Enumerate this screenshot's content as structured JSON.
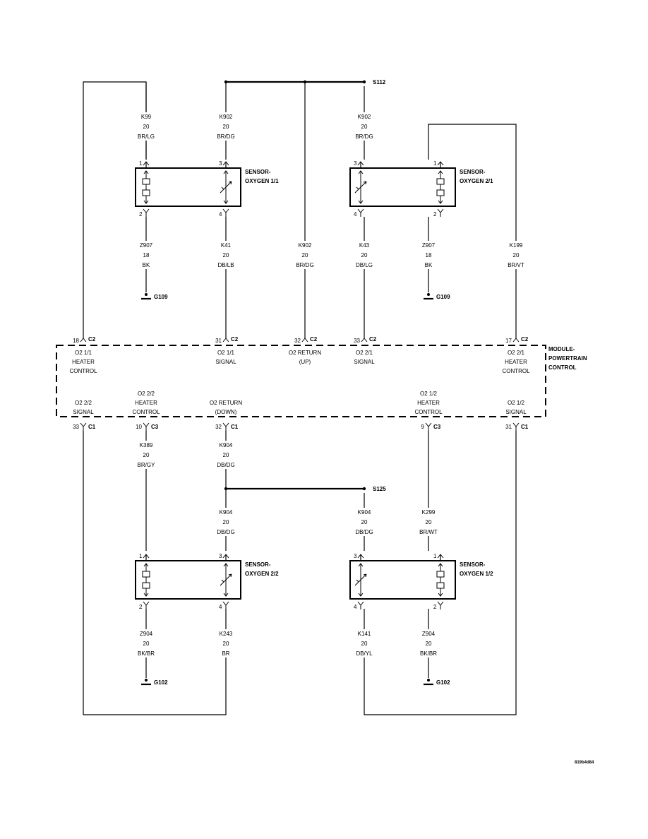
{
  "diagram_id": "819b4d84",
  "module": {
    "lines": [
      "MODULE-",
      "POWERTRAIN",
      "CONTROL"
    ]
  },
  "splices": [
    {
      "label": "S112"
    },
    {
      "label": "S125"
    }
  ],
  "sensors": [
    {
      "id": "s11",
      "name_line1": "SENSOR-",
      "name_line2": "OXYGEN 1/1",
      "pin_top_left": "1",
      "pin_top_right": "3",
      "pin_bot_left": "2",
      "pin_bot_right": "4"
    },
    {
      "id": "s21",
      "name_line1": "SENSOR-",
      "name_line2": "OXYGEN 2/1",
      "pin_top_left": "3",
      "pin_top_right": "1",
      "pin_bot_left": "4",
      "pin_bot_right": "2"
    },
    {
      "id": "s22",
      "name_line1": "SENSOR-",
      "name_line2": "OXYGEN 2/2",
      "pin_top_left": "1",
      "pin_top_right": "3",
      "pin_bot_left": "2",
      "pin_bot_right": "4"
    },
    {
      "id": "s12",
      "name_line1": "SENSOR-",
      "name_line2": "OXYGEN 1/2",
      "pin_top_left": "3",
      "pin_top_right": "1",
      "pin_bot_left": "4",
      "pin_bot_right": "2"
    }
  ],
  "wires": [
    {
      "circuit": "K99",
      "gauge": "20",
      "color": "BR/LG"
    },
    {
      "circuit": "K902",
      "gauge": "20",
      "color": "BR/DG"
    },
    {
      "circuit": "K902",
      "gauge": "20",
      "color": "BR/DG"
    },
    {
      "circuit": "Z907",
      "gauge": "18",
      "color": "BK"
    },
    {
      "circuit": "K41",
      "gauge": "20",
      "color": "DB/LB"
    },
    {
      "circuit": "K902",
      "gauge": "20",
      "color": "BR/DG"
    },
    {
      "circuit": "K43",
      "gauge": "20",
      "color": "DB/LG"
    },
    {
      "circuit": "Z907",
      "gauge": "18",
      "color": "BK"
    },
    {
      "circuit": "K199",
      "gauge": "20",
      "color": "BR/VT"
    },
    {
      "circuit": "K389",
      "gauge": "20",
      "color": "BR/GY"
    },
    {
      "circuit": "K904",
      "gauge": "20",
      "color": "DB/DG"
    },
    {
      "circuit": "K904",
      "gauge": "20",
      "color": "DB/DG"
    },
    {
      "circuit": "K904",
      "gauge": "20",
      "color": "DB/DG"
    },
    {
      "circuit": "K299",
      "gauge": "20",
      "color": "BR/WT"
    },
    {
      "circuit": "Z904",
      "gauge": "20",
      "color": "BK/BR"
    },
    {
      "circuit": "K243",
      "gauge": "20",
      "color": "BR"
    },
    {
      "circuit": "K141",
      "gauge": "20",
      "color": "DB/YL"
    },
    {
      "circuit": "Z904",
      "gauge": "20",
      "color": "BK/BR"
    }
  ],
  "grounds": [
    {
      "label": "G109"
    },
    {
      "label": "G109"
    },
    {
      "label": "G102"
    },
    {
      "label": "G102"
    }
  ],
  "pcm_pins": [
    {
      "pin": "18",
      "conn": "C2",
      "lines": [
        "O2 1/1",
        "HEATER",
        "CONTROL"
      ]
    },
    {
      "pin": "31",
      "conn": "C2",
      "lines": [
        "O2 1/1",
        "SIGNAL"
      ]
    },
    {
      "pin": "32",
      "conn": "C2",
      "lines": [
        "O2 RETURN",
        "(UP)"
      ]
    },
    {
      "pin": "33",
      "conn": "C2",
      "lines": [
        "O2 2/1",
        "SIGNAL"
      ]
    },
    {
      "pin": "17",
      "conn": "C2",
      "lines": [
        "O2 2/1",
        "HEATER",
        "CONTROL"
      ]
    },
    {
      "pin": "33",
      "conn": "C1",
      "lines": [
        "O2 2/2",
        "SIGNAL"
      ]
    },
    {
      "pin": "10",
      "conn": "C3",
      "lines": [
        "O2 2/2",
        "HEATER",
        "CONTROL"
      ]
    },
    {
      "pin": "32",
      "conn": "C1",
      "lines": [
        "O2 RETURN",
        "(DOWN)"
      ]
    },
    {
      "pin": "9",
      "conn": "C3",
      "lines": [
        "O2 1/2",
        "HEATER",
        "CONTROL"
      ]
    },
    {
      "pin": "31",
      "conn": "C1",
      "lines": [
        "O2 1/2",
        "SIGNAL"
      ]
    }
  ]
}
